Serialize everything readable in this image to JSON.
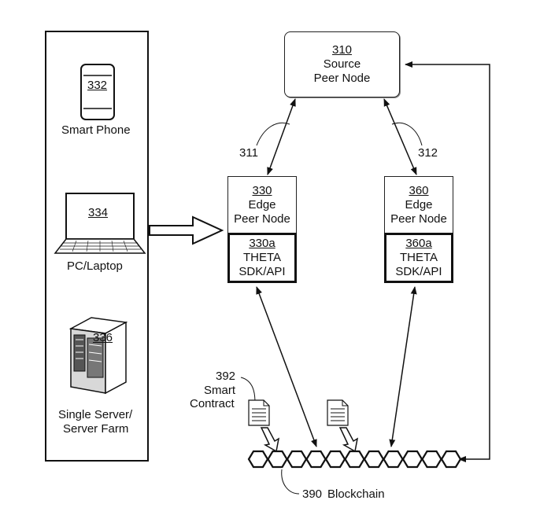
{
  "devices": {
    "phone": {
      "ref": "332",
      "label": "Smart Phone"
    },
    "laptop": {
      "ref": "334",
      "label": "PC/Laptop"
    },
    "server": {
      "ref": "336",
      "label_line1": "Single Server/",
      "label_line2": "Server Farm"
    }
  },
  "source_node": {
    "ref": "310",
    "line1": "Source",
    "line2": "Peer Node"
  },
  "edge_node_left": {
    "ref": "330",
    "line1": "Edge",
    "line2": "Peer Node",
    "sdk": {
      "ref": "330a",
      "line1": "THETA",
      "line2": "SDK/API"
    }
  },
  "edge_node_right": {
    "ref": "360",
    "line1": "Edge",
    "line2": "Peer Node",
    "sdk": {
      "ref": "360a",
      "line1": "THETA",
      "line2": "SDK/API"
    }
  },
  "links": {
    "left": "311",
    "right": "312"
  },
  "smart_contract": {
    "ref": "392",
    "line1": "Smart",
    "line2": "Contract"
  },
  "blockchain": {
    "ref": "390",
    "label": "Blockchain"
  }
}
